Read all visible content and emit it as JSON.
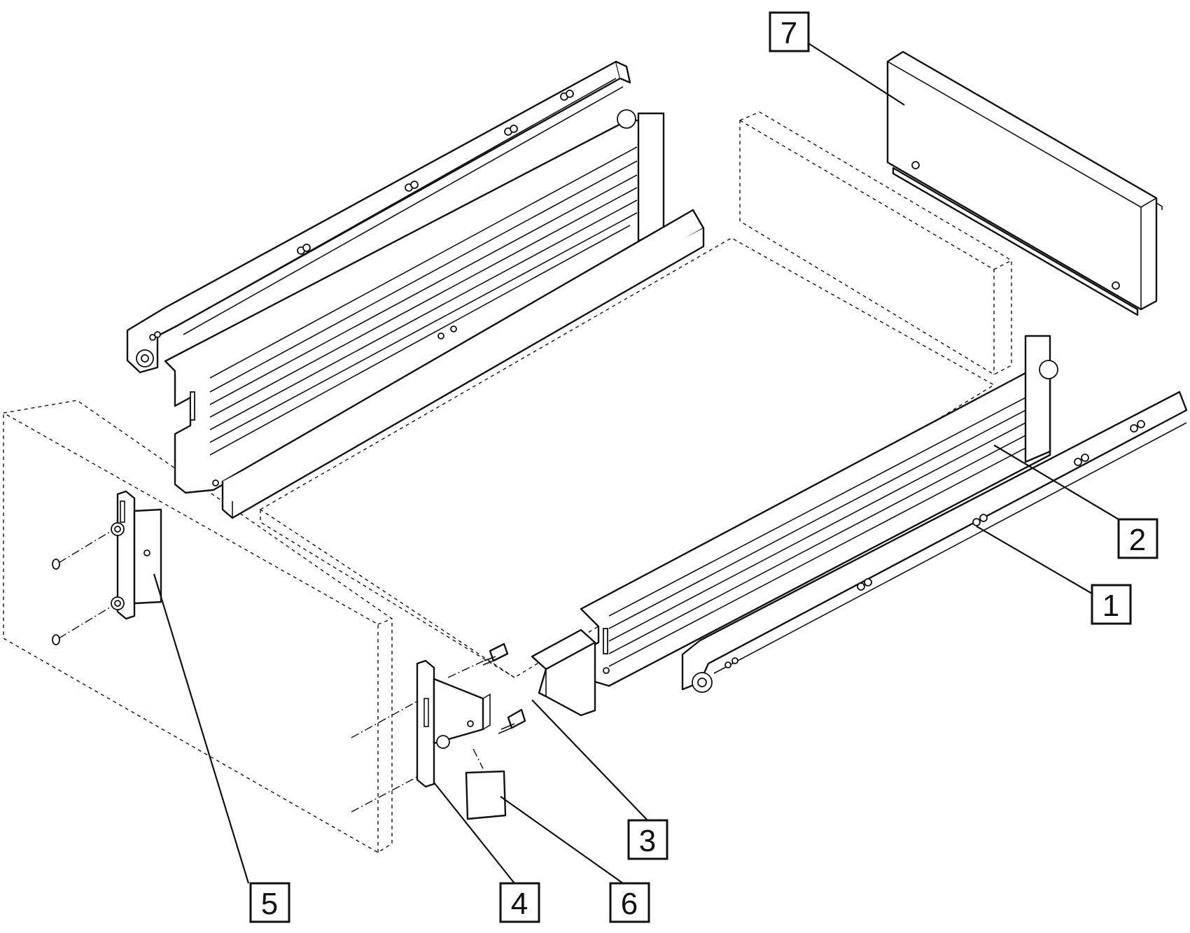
{
  "labels": [
    {
      "id": "1",
      "text": "1"
    },
    {
      "id": "2",
      "text": "2"
    },
    {
      "id": "3",
      "text": "3"
    },
    {
      "id": "4",
      "text": "4"
    },
    {
      "id": "5",
      "text": "5"
    },
    {
      "id": "6",
      "text": "6"
    },
    {
      "id": "7",
      "text": "7"
    }
  ],
  "colors": {
    "line": "#111111",
    "background": "#ffffff"
  }
}
